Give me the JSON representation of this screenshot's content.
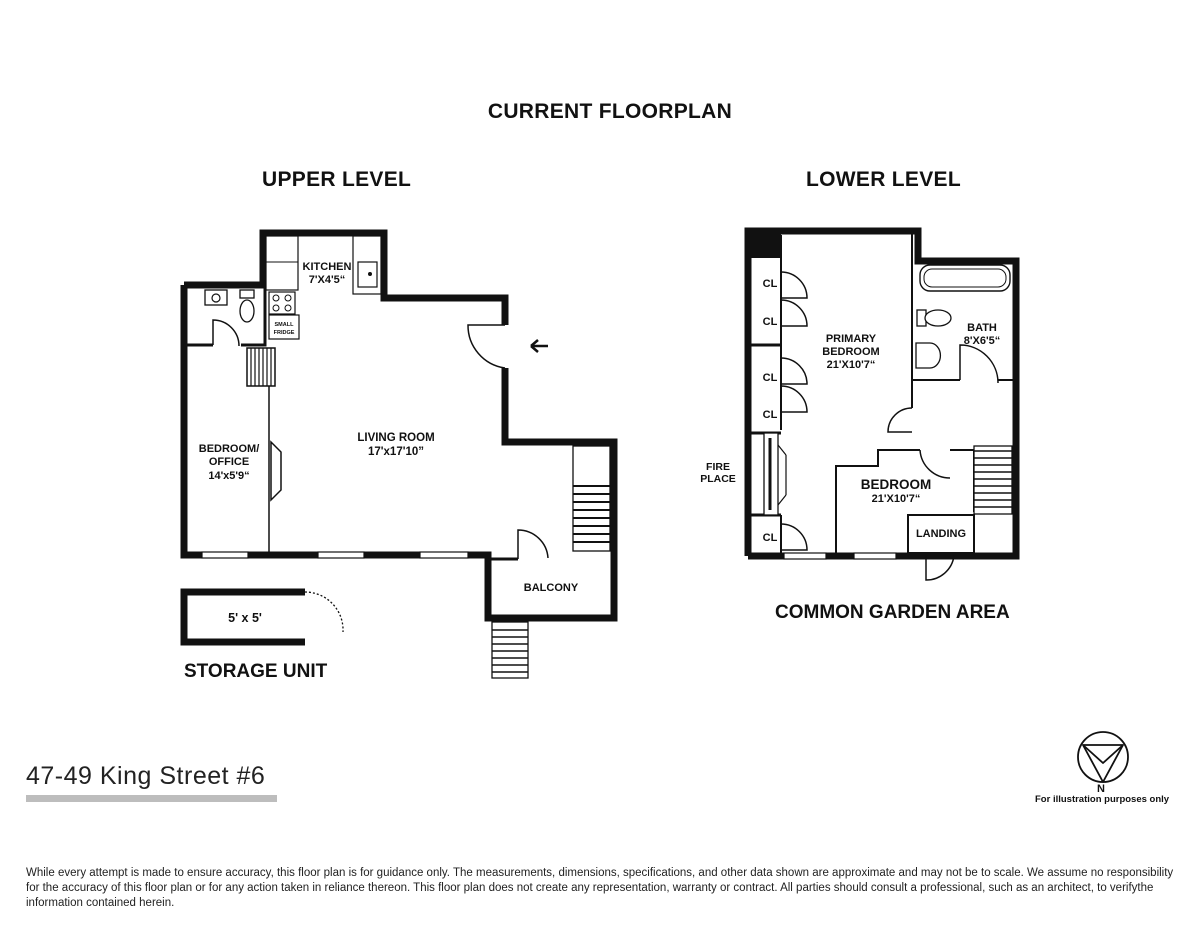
{
  "title": "CURRENT FLOORPLAN",
  "upper_level": {
    "heading": "UPPER LEVEL",
    "kitchen_name": "KITCHEN",
    "kitchen_dim": "7'X4'5“",
    "small_fridge_1": "SMALL",
    "small_fridge_2": "FRIDGE",
    "living_name": "LIVING ROOM",
    "living_dim": "17'x17'10”",
    "bedroom_name_1": "BEDROOM/",
    "bedroom_name_2": "OFFICE",
    "bedroom_dim": "14'x5'9“",
    "balcony_name": "BALCONY"
  },
  "storage": {
    "dim": "5' x 5'",
    "label": "STORAGE UNIT"
  },
  "lower_level": {
    "heading": "LOWER LEVEL",
    "closet_1": "CL",
    "closet_2": "CL",
    "closet_3": "CL",
    "closet_4": "CL",
    "closet_5": "CL",
    "primary_name_1": "PRIMARY",
    "primary_name_2": "BEDROOM",
    "primary_dim": "21'X10'7“",
    "bath_name": "BATH",
    "bath_dim": "8'X6'5“",
    "fireplace_1": "FIRE",
    "fireplace_2": "PLACE",
    "bedroom_name": "BEDROOM",
    "bedroom_dim": "21'X10'7“",
    "landing_name": "LANDING",
    "garden_label": "COMMON GARDEN AREA"
  },
  "address": "47-49 King Street #6",
  "compass_letter": "N",
  "illustration_note": "For illustration purposes only",
  "disclaimer": "While every attempt is made to ensure accuracy, this floor plan is for guidance only. The measurements, dimensions, specifications, and other data shown are approximate and may not be to scale.  We assume no responsibility for the accuracy of this floor plan or for any action taken in reliance thereon. This floor plan does not create any representation, warranty or contract. All parties should consult a professional, such as an architect, to verifythe information contained herein."
}
